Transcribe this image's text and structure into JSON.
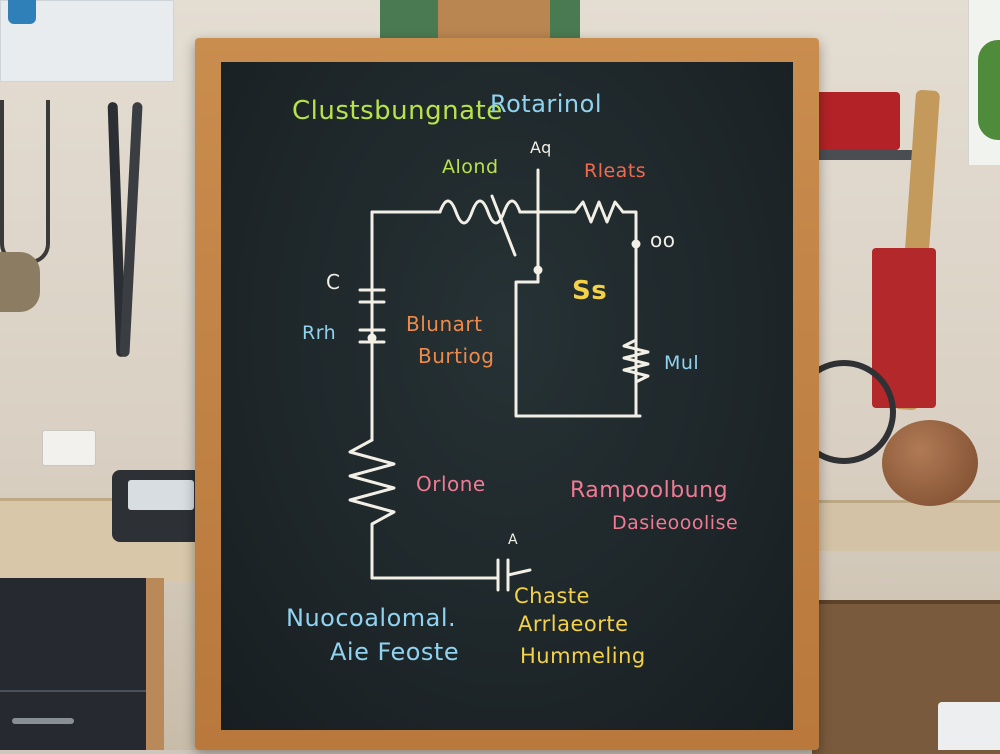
{
  "board": {
    "title_left": "Clustsbungnate",
    "title_right": "Rotarinol",
    "label_alond": "Alond",
    "label_top_wire": "Aq",
    "label_rleats": "Rleats",
    "label_oo": "oo",
    "label_c": "C",
    "label_rrh": "Rrh",
    "label_blunart": "Blunart",
    "label_burtiog": "Burtiog",
    "label_ss": "Ss",
    "label_mul": "Mul",
    "label_orione": "Orlone",
    "label_rampoolbung": "Rampoolbung",
    "label_dasieooolise": "Dasieooolise",
    "label_arrow": "A",
    "label_nuocoalomal": "Nuocoalomal.",
    "label_aie_feoste": "Aie Feoste",
    "label_chaste": "Chaste",
    "label_arrlaeorte": "Arrlaeorte",
    "label_hummeling": "Hummeling"
  },
  "colors": {
    "chalk_white": "#f2efe6",
    "chalk_green": "#b7e34a",
    "chalk_blue": "#8fd3f0",
    "chalk_orange": "#f08a4b",
    "chalk_yellow": "#f3d24a",
    "chalk_pink": "#f07a93",
    "chalk_red_orange": "#f06a4f",
    "frame_wood": "#c98d4e",
    "board_slate": "#1f282b"
  }
}
